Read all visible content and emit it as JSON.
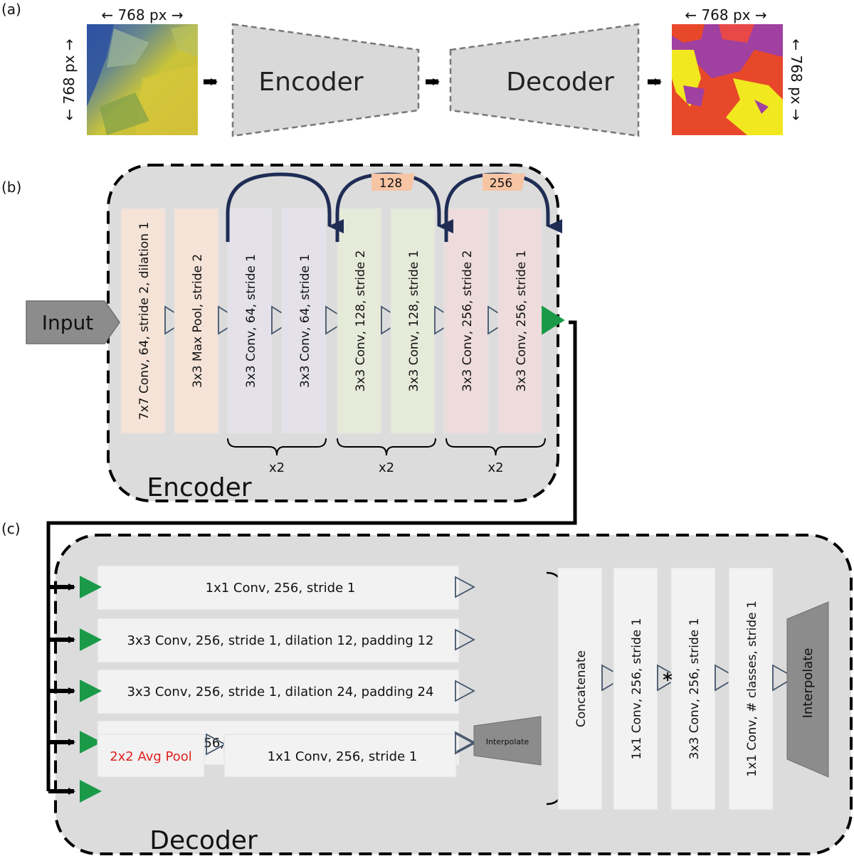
{
  "panel_a": {
    "label": "(a)",
    "input_width_label": "← 768 px →",
    "input_height_label": "← 768 px →",
    "output_width_label": "← 768 px →",
    "output_height_label": "← 768 px →",
    "encoder_label": "Encoder",
    "decoder_label": "Decoder"
  },
  "panel_b": {
    "label": "(b)",
    "input_label": "Input",
    "region_label": "Encoder",
    "blocks": [
      {
        "text": "7x7 Conv, 64, stride 2, dilation 1",
        "color": "#f5e3d8"
      },
      {
        "text": "3x3 Max Pool, stride 2",
        "color": "#f5e3d8"
      },
      {
        "text": "3x3 Conv, 64, stride 1",
        "color": "#e4e1ea"
      },
      {
        "text": "3x3 Conv, 64, stride 1",
        "color": "#e4e1ea"
      },
      {
        "text": "3x3 Conv, 128, stride 2",
        "color": "#e6ead9"
      },
      {
        "text": "3x3 Conv, 128, stride 1",
        "color": "#e6ead9"
      },
      {
        "text": "3x3 Conv, 256, stride 2",
        "color": "#eedcdc"
      },
      {
        "text": "3x3 Conv, 256, stride 1",
        "color": "#eedcdc"
      }
    ],
    "skip_tags": [
      "128",
      "256"
    ],
    "repeat_labels": [
      "x2",
      "x2",
      "x2"
    ]
  },
  "panel_c": {
    "label": "(c)",
    "region_label": "Decoder",
    "branches": [
      "1x1 Conv, 256, stride 1",
      "3x3 Conv, 256, stride 1, dilation 12, padding 12",
      "3x3 Conv, 256, stride 1, dilation 24, padding 24",
      "3x3 Conv, 256, stride 1, dilation 36, padding 36"
    ],
    "avg_pool_label": "2x2 Avg Pool",
    "avg_pool_color": "#e02020",
    "pool_conv_label": "1x1 Conv, 256, stride 1",
    "small_interpolate_label": "Interpolate",
    "head_blocks": [
      "Concatenate",
      "1x1 Conv, 256, stride 1",
      "3x3 Conv, 256, stride 1",
      "1x1 Conv, # classes, stride 1"
    ],
    "star_label": "*",
    "interpolate_label": "Interpolate"
  },
  "colors": {
    "panel_bg": "#dcdcdc",
    "block_bg": "#f2f2f2",
    "green_triangle": "#1a9a48",
    "skip_arrow": "#1f2d55",
    "tag_fill": "#f7c4a4"
  }
}
